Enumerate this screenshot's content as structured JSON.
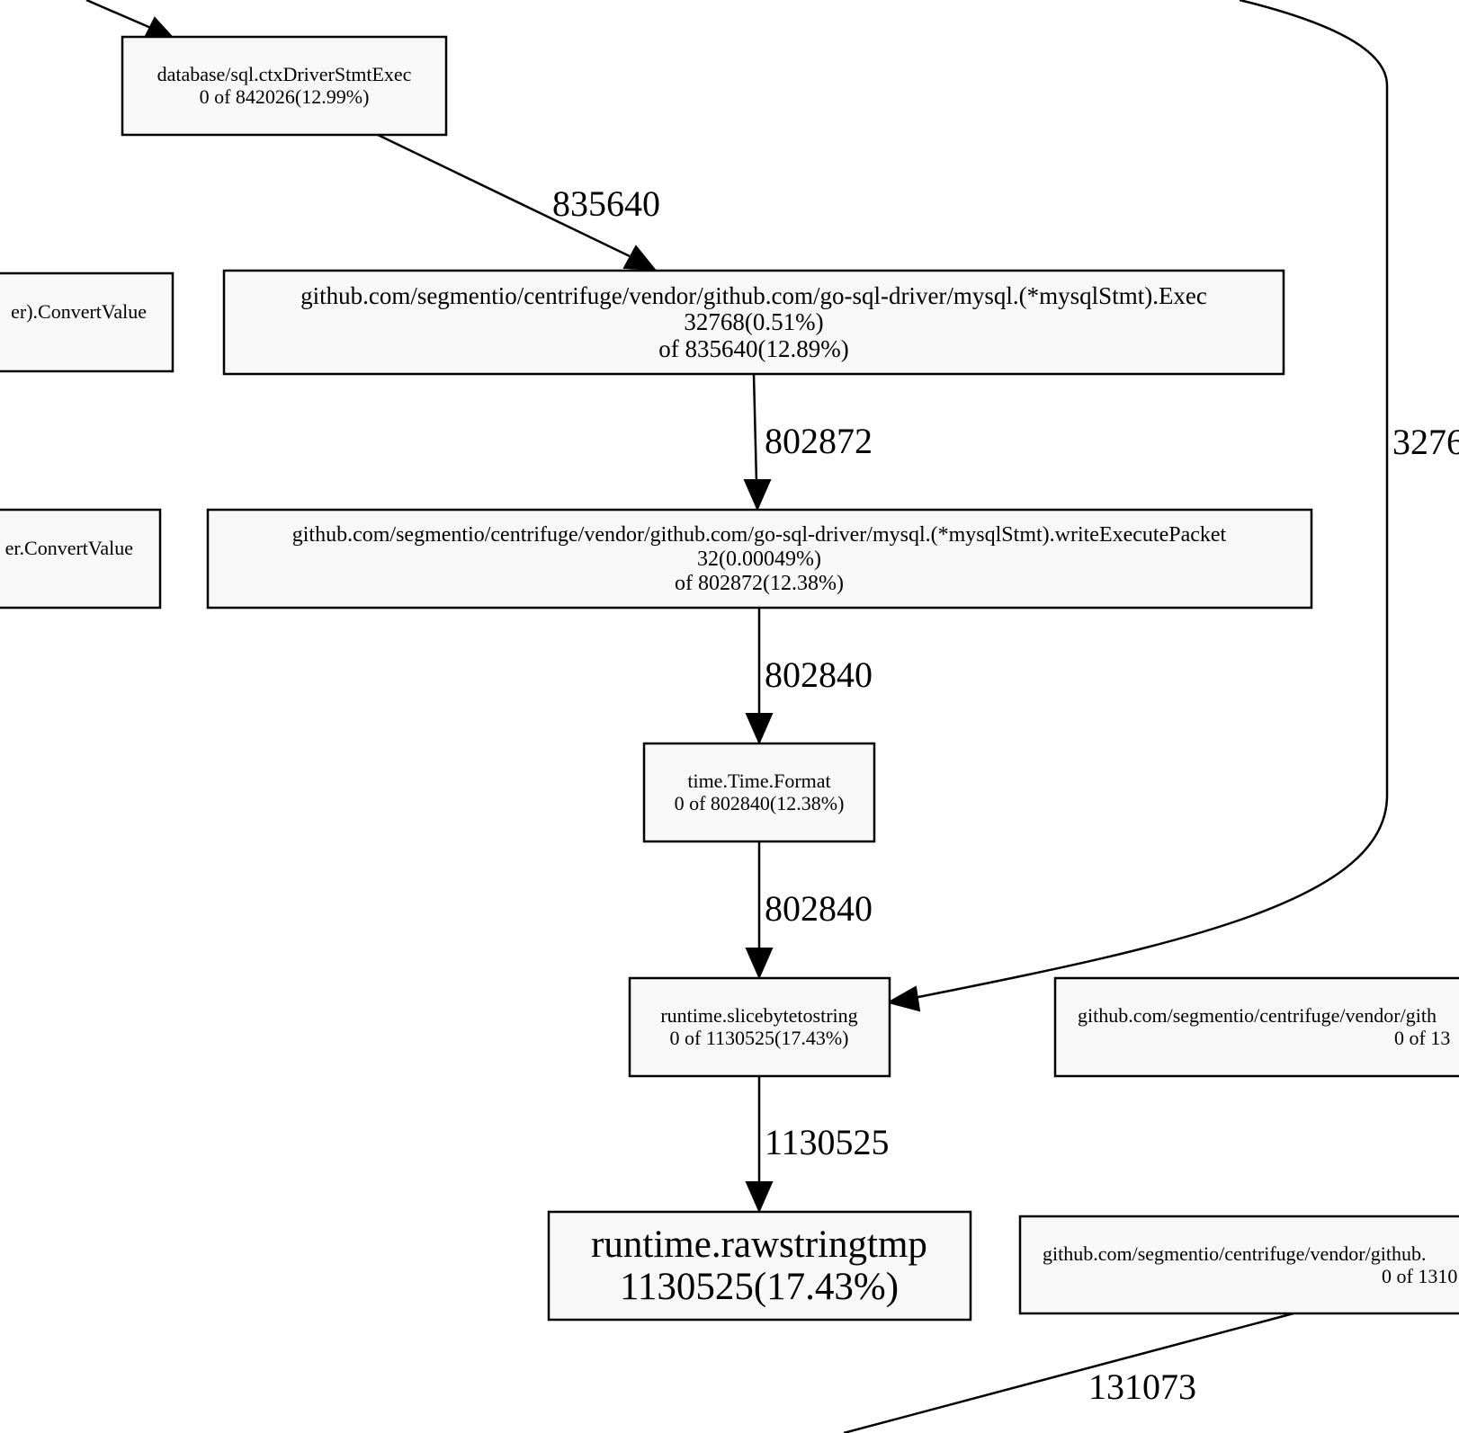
{
  "nodes": {
    "ctxDriverStmtExec": {
      "line1": "database/sql.ctxDriverStmtExec",
      "line2": "0 of 842026(12.99%)"
    },
    "convertValueTop": {
      "line1": "er).ConvertValue"
    },
    "mysqlStmtExec": {
      "line1": "github.com/segmentio/centrifuge/vendor/github.com/go-sql-driver/mysql.(*mysqlStmt).Exec",
      "line2": "32768(0.51%)",
      "line3": "of 835640(12.89%)"
    },
    "convertValueMid": {
      "line1": "er.ConvertValue"
    },
    "writeExecutePacket": {
      "line1": "github.com/segmentio/centrifuge/vendor/github.com/go-sql-driver/mysql.(*mysqlStmt).writeExecutePacket",
      "line2": "32(0.00049%)",
      "line3": "of 802872(12.38%)"
    },
    "timeFormat": {
      "line1": "time.Time.Format",
      "line2": "0 of 802840(12.38%)"
    },
    "slicebytetostring": {
      "line1": "runtime.slicebytetostring",
      "line2": "0 of 1130525(17.43%)"
    },
    "rightNodeUpper": {
      "line1": "github.com/segmentio/centrifuge/vendor/gith",
      "line2": "0 of 13"
    },
    "rawstringtmp": {
      "line1": "runtime.rawstringtmp",
      "line2": "1130525(17.43%)"
    },
    "rightNodeLower": {
      "line1": "github.com/segmentio/centrifuge/vendor/github.",
      "line2": "0 of 1310"
    }
  },
  "edges": {
    "e_ctx_exec": "835640",
    "e_exec_write": "802872",
    "e_write_format": "802840",
    "e_format_slice": "802840",
    "e_slice_raw": "1130525",
    "e_right_curve": "3276",
    "e_bottom_right": "131073"
  }
}
